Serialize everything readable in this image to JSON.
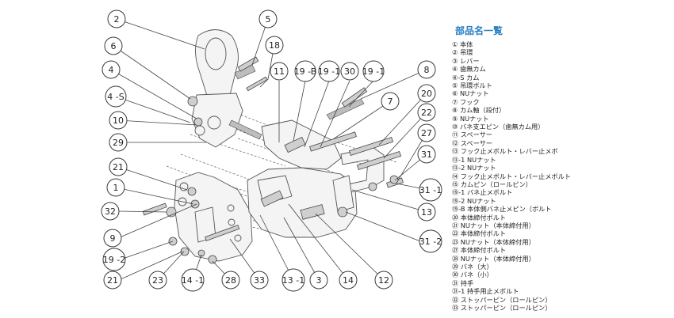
{
  "parts_list": {
    "title": "部品名一覧",
    "items": [
      "① 本体",
      "② 吊環",
      "③ レバー",
      "④ 歯無カム",
      "④-S カム",
      "⑤ 吊環ボルト",
      "⑥ NUナット",
      "⑦ フック",
      "⑧ カム軸（段付）",
      "⑨ NUナット",
      "⑩ バネ支エピン（歯無カム用）",
      "⑪ スペーサー",
      "⑫ スペーサー",
      "⑬ フック止メボルト・レバー止メボ",
      "⑬-1 NUナット",
      "⑬-2 NUナット",
      "⑭ フック止メボルト・レバー止メボルト",
      "⑮ カムピン（ロールピン）",
      "⑲-1 バネ止メボルト",
      "⑲-2 NUナット",
      "⑲-B 本体側バネ止メピン（ボルト",
      "⑳ 本体締付ボルト",
      "㉑ NUナット（本体締付用）",
      "㉒ 本体締付ボルト",
      "㉓ NUナット（本体締付用）",
      "㉗ 本体締付ボルト",
      "㉘ NUナット（本体締付用）",
      "㉙ バネ（大）",
      "㉚ バネ（小）",
      "㉛ 持手",
      "㉛-1 持手用止メボルト",
      "㉜ ストッパーピン（ロールピン）",
      "㉝ ストッパーピン（ロールピン）"
    ]
  },
  "callouts": [
    {
      "id": "c2",
      "label": "2"
    },
    {
      "id": "c5",
      "label": "5"
    },
    {
      "id": "c6",
      "label": "6"
    },
    {
      "id": "c18",
      "label": "18"
    },
    {
      "id": "c4",
      "label": "4"
    },
    {
      "id": "c4s",
      "label": "4 -S"
    },
    {
      "id": "c10",
      "label": "10"
    },
    {
      "id": "c29",
      "label": "29"
    },
    {
      "id": "c11",
      "label": "11"
    },
    {
      "id": "c19b",
      "label": "19 -B"
    },
    {
      "id": "c19m1",
      "label": "19 -1"
    },
    {
      "id": "c30",
      "label": "30"
    },
    {
      "id": "c19r1",
      "label": "19 -1"
    },
    {
      "id": "c8",
      "label": "8"
    },
    {
      "id": "c7",
      "label": "7"
    },
    {
      "id": "c20",
      "label": "20"
    },
    {
      "id": "c22",
      "label": "22"
    },
    {
      "id": "c27",
      "label": "27"
    },
    {
      "id": "c31",
      "label": "31"
    },
    {
      "id": "c31m1",
      "label": "31 -1"
    },
    {
      "id": "c13",
      "label": "13"
    },
    {
      "id": "c31m2",
      "label": "31 -2"
    },
    {
      "id": "c21a",
      "label": "21"
    },
    {
      "id": "c1",
      "label": "1"
    },
    {
      "id": "c32",
      "label": "32"
    },
    {
      "id": "c9",
      "label": "9"
    },
    {
      "id": "c19m2",
      "label": "19 -2"
    },
    {
      "id": "c21b",
      "label": "21"
    },
    {
      "id": "c23",
      "label": "23"
    },
    {
      "id": "c14m1",
      "label": "14 -1"
    },
    {
      "id": "c28",
      "label": "28"
    },
    {
      "id": "c33",
      "label": "33"
    },
    {
      "id": "c13m1",
      "label": "13 -1"
    },
    {
      "id": "c3",
      "label": "3"
    },
    {
      "id": "c14",
      "label": "14"
    },
    {
      "id": "c12",
      "label": "12"
    }
  ],
  "colors": {
    "title": "#2a7fc1",
    "line": "#444444",
    "part_fill": "#f4f4f4"
  }
}
